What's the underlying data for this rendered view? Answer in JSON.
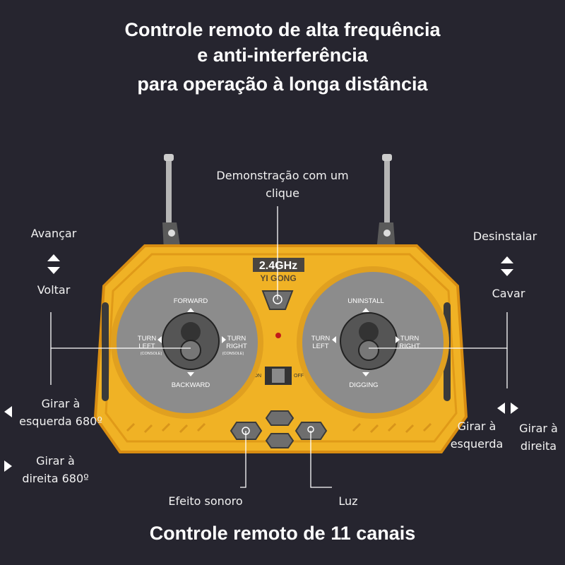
{
  "header": {
    "title_lines": [
      "Controle remoto de alta frequência",
      "e anti-interferência",
      "para operação à longa distância"
    ]
  },
  "footer": {
    "title": "Controle remoto de 11 canais"
  },
  "callouts": {
    "demo": [
      "Demonstração com um",
      "clique"
    ],
    "forward": "Avançar",
    "back": "Voltar",
    "uninstall": "Desinstalar",
    "dig": "Cavar",
    "rotate_left_680": [
      "Girar à",
      "esquerda 680º"
    ],
    "rotate_right_680": [
      "Girar à",
      "direita 680º"
    ],
    "turn_left": [
      "Girar à",
      "esquerda"
    ],
    "turn_right": [
      "Girar à",
      "direita"
    ],
    "sound": "Efeito sonoro",
    "light": "Luz"
  },
  "controller": {
    "badge": "2.4GHz",
    "brand": "YI GONG",
    "left_stick": {
      "up": "FORWARD",
      "down": "BACKWARD",
      "left": [
        "TURN",
        "LEFT",
        "(CONSOLE)"
      ],
      "right": [
        "TURN",
        "RIGHT",
        "(CONSOLE)"
      ]
    },
    "right_stick": {
      "up": "UNINSTALL",
      "down": "DIGGING",
      "left": [
        "TURN",
        "LEFT"
      ],
      "right": [
        "TURN",
        "RIGHT"
      ]
    },
    "switch_on": "ON",
    "switch_off": "OFF"
  },
  "colors": {
    "background": "#26252f",
    "body": "#f0b225",
    "body_edge": "#d88d12",
    "disc": "#8c8c8c"
  }
}
